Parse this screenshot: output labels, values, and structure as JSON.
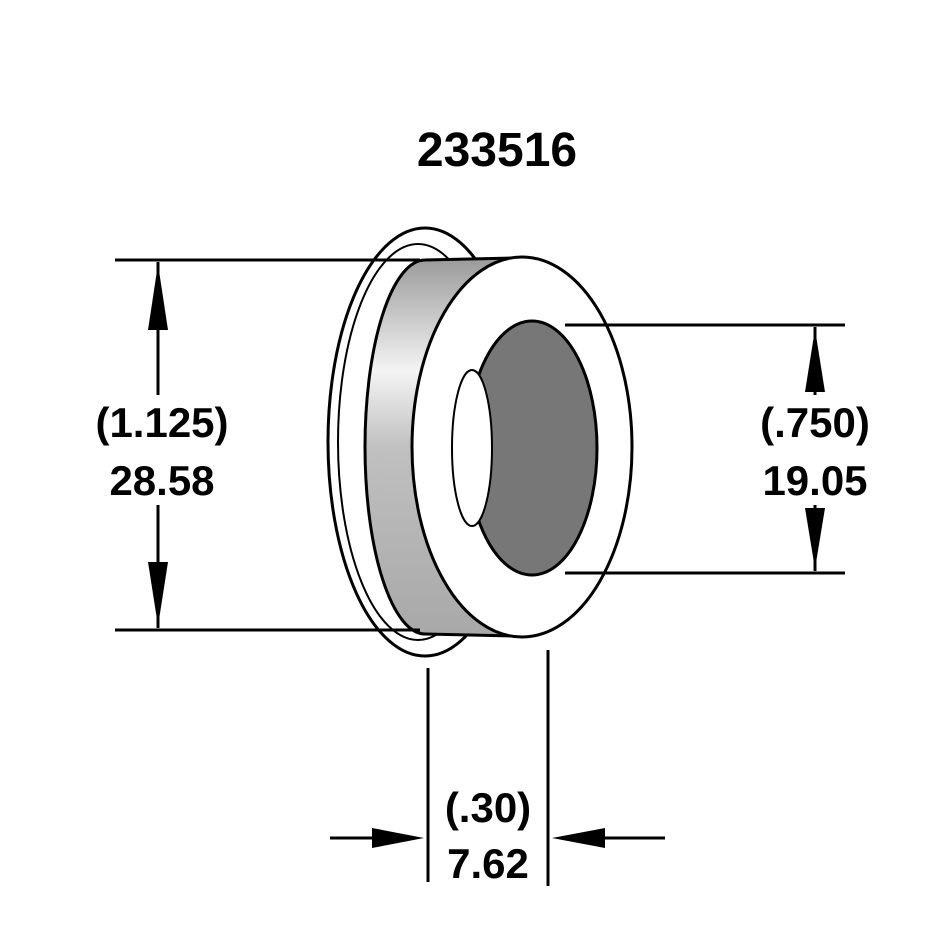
{
  "title": "233516",
  "dimensions": {
    "outer_diameter": {
      "inches": "(1.125)",
      "mm": "28.58"
    },
    "inner_diameter": {
      "inches": "(.750)",
      "mm": "19.05"
    },
    "thickness": {
      "inches": "(.30)",
      "mm": "7.62"
    }
  },
  "colors": {
    "band": "#b5b5b5",
    "bore": "#777777"
  }
}
